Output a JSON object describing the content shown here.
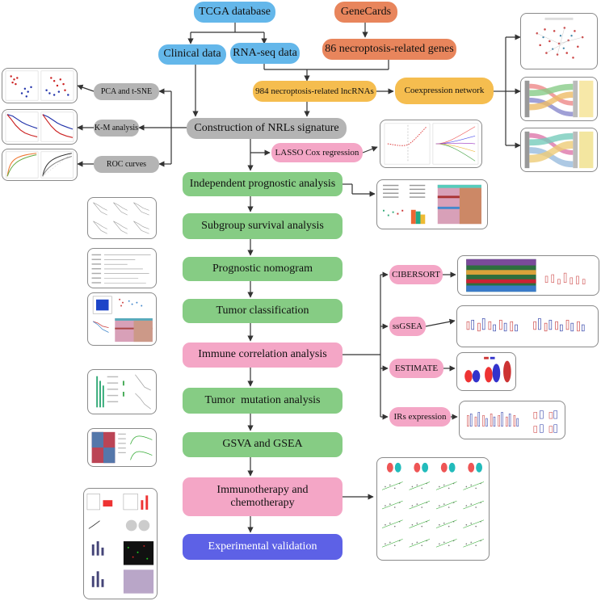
{
  "nodes": {
    "tcga": "TCGA database",
    "genecards": "GeneCards",
    "clinical": "Clinical data",
    "rnaseq": "RNA-seq data",
    "genes86": "86 necroptosis-related genes",
    "lnc984": "984 necroptosis-related lncRNAs",
    "coexp": "Coexpression network",
    "construct": "Construction of NRLs signature",
    "pca": "PCA and t-SNE",
    "km": "K-M analysis",
    "roc": "ROC curves",
    "lasso": "LASSO Cox regression",
    "indep": "Independent prognostic analysis",
    "subgroup": "Subgroup survival analysis",
    "nomogram": "Prognostic nomogram",
    "tumorclass": "Tumor classification",
    "immune": "Immune correlation analysis",
    "mutation": "Tumor  mutation analysis",
    "gsva": "GSVA and GSEA",
    "immuno_1": "Immunotherapy and",
    "immuno_2": "chemotherapy",
    "experimental": "Experimental validation",
    "cibersort": "CIBERSORT",
    "ssgsea": "ssGSEA",
    "estimate": "ESTIMATE",
    "irs": "IRs expression"
  },
  "colors": {
    "blue": "#64b7ea",
    "orange": "#e8855c",
    "yellow": "#f5bd4f",
    "gray": "#b4b4b4",
    "green": "#86cc84",
    "pink": "#f4a6c6",
    "purple": "#5d61e6",
    "arrow": "#333333"
  },
  "thumbnail_icons": [
    "network-plot-icon",
    "sankey-plot-icon",
    "scatter-plot-icon",
    "survival-curve-icon",
    "roc-curve-icon",
    "lasso-plot-icon",
    "forest-heatmap-icon",
    "nomogram-icon",
    "consensus-heatmap-icon",
    "bar-chart-icon",
    "violin-plot-icon",
    "boxplot-icon",
    "gsea-plot-icon",
    "blot-image-icon"
  ]
}
